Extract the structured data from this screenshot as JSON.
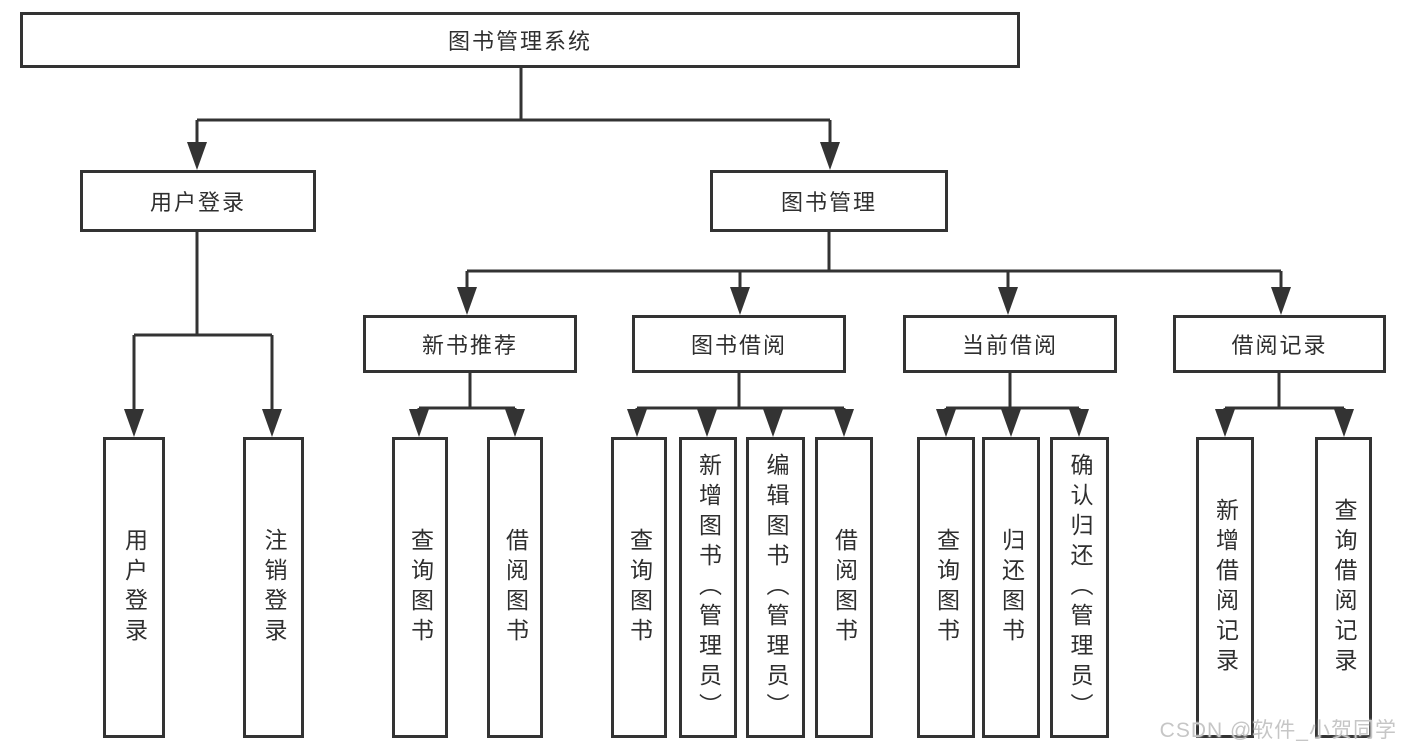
{
  "root": {
    "label": "图书管理系统"
  },
  "branches": {
    "user_login": {
      "label": "用户登录",
      "leaves": [
        {
          "label": "用户登录"
        },
        {
          "label": "注销登录"
        }
      ]
    },
    "book_mgmt": {
      "label": "图书管理",
      "sections": [
        {
          "label": "新书推荐",
          "leaves": [
            {
              "label": "查询图书"
            },
            {
              "label": "借阅图书"
            }
          ]
        },
        {
          "label": "图书借阅",
          "leaves": [
            {
              "label": "查询图书"
            },
            {
              "label": "新增图书（管理员）"
            },
            {
              "label": "编辑图书（管理员）"
            },
            {
              "label": "借阅图书"
            }
          ]
        },
        {
          "label": "当前借阅",
          "leaves": [
            {
              "label": "查询图书"
            },
            {
              "label": "归还图书"
            },
            {
              "label": "确认归还（管理员）"
            }
          ]
        },
        {
          "label": "借阅记录",
          "leaves": [
            {
              "label": "新增借阅记录"
            },
            {
              "label": "查询借阅记录"
            }
          ]
        }
      ]
    }
  },
  "watermark": {
    "text": "CSDN @软件_小贺同学"
  },
  "colors": {
    "line": "#333333",
    "text": "#2f2f2f",
    "background": "#ffffff",
    "watermark": "#c6c6c6"
  }
}
